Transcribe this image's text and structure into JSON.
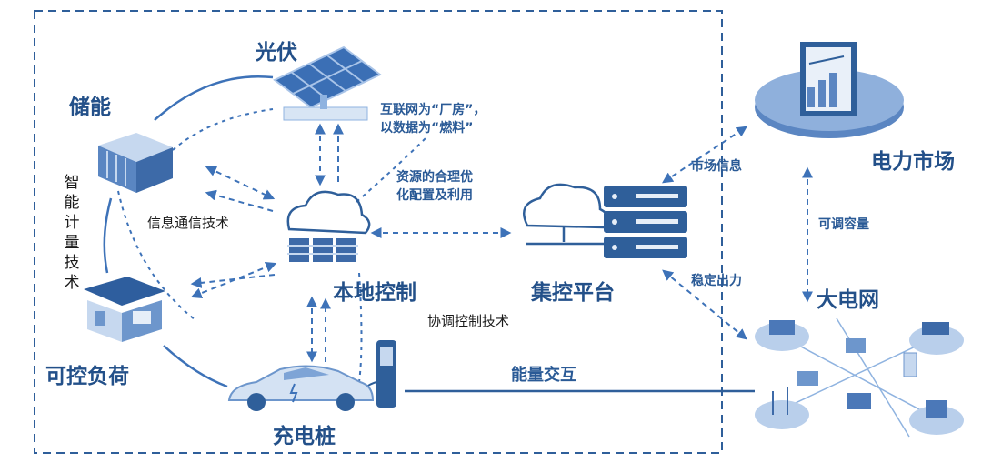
{
  "nodes": {
    "pv": "光伏",
    "storage": "储能",
    "controllable_load": "可控负荷",
    "charging_pile": "充电桩",
    "local_control": "本地控制",
    "central_platform": "集控平台",
    "power_market": "电力市场",
    "main_grid": "大电网"
  },
  "annotations": {
    "internet_factory_1": "互联网为“厂房”，",
    "internet_factory_2": "以数据为“燃料”",
    "resource_opt_1": "资源的合理优",
    "resource_opt_2": "化配置及利用",
    "info_comm": "信息通信技术",
    "smart_metering_chars": [
      "智",
      "能",
      "计",
      "量",
      "技",
      "术"
    ],
    "coord_control": "协调控制技术",
    "market_info": "市场信息",
    "adjustable_capacity": "可调容量",
    "stable_output": "稳定出力",
    "energy_interaction": "能量交互"
  },
  "colors": {
    "primary": "#3d72b8",
    "dark": "#235089",
    "light": "#8fb3e0",
    "dashed_box": "#2f5f9a"
  }
}
